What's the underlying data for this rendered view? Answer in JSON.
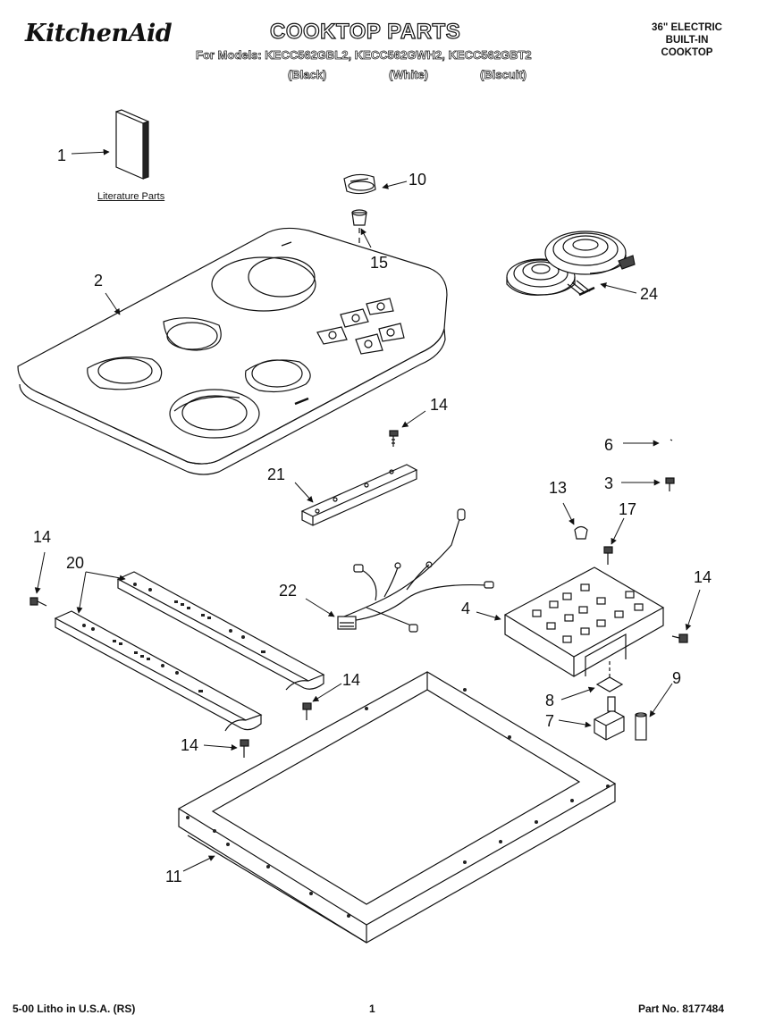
{
  "header": {
    "brand": "KitchenAid",
    "title": "COOKTOP PARTS",
    "models_line": "For Models: KECC562GBL2, KECC562GWH2, KECC562GBT2",
    "colors": [
      "(Black)",
      "(White)",
      "(Biscuit)"
    ],
    "product": [
      "36\" ELECTRIC",
      "BUILT-IN",
      "COOKTOP"
    ]
  },
  "literature_label": "Literature Parts",
  "callouts": [
    "1",
    "10",
    "15",
    "2",
    "24",
    "14",
    "6",
    "3",
    "21",
    "13",
    "17",
    "14",
    "20",
    "22",
    "4",
    "14",
    "14",
    "8",
    "9",
    "7",
    "14",
    "11"
  ],
  "footer": {
    "left": "5-00 Litho in U.S.A. (RS)",
    "page": "1",
    "part_no": "Part No. 8177484"
  }
}
